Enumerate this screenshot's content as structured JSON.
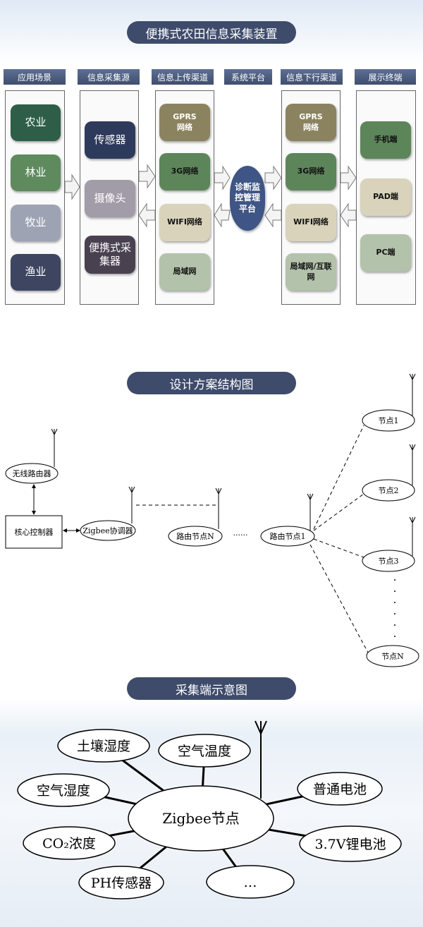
{
  "section1": {
    "title": "便携式农田信息采集装置",
    "headers": [
      "应用场景",
      "信息采集源",
      "信息上传渠道",
      "系统平台",
      "信息下行渠道",
      "展示终端"
    ],
    "scenarios": [
      "农业",
      "林业",
      "牧业",
      "渔业"
    ],
    "sources": [
      "传感器",
      "摄像头",
      "便携式采集器"
    ],
    "upload": [
      "GPRS\n网络",
      "3G网络",
      "WIFI网络",
      "局域网"
    ],
    "platform": "诊断监控管理平台",
    "downlink": [
      "GPRS\n网络",
      "3G网络",
      "WIFI网络",
      "局域网/互联网"
    ],
    "terminals": [
      "手机端",
      "PAD端",
      "PC端"
    ],
    "colors": {
      "pill": "#3e4b6b",
      "agri": "#2e5e48",
      "forest": "#5e8a5e",
      "pasture": "#9ea3b4",
      "fishery": "#3d4560",
      "sensor": "#2e3a5c",
      "camera": "#a29ba8",
      "portable": "#4a4150",
      "gprs": "#8b8360",
      "g3": "#5d855a",
      "wifi": "#d9d3bb",
      "lan": "#b3c2ab"
    }
  },
  "section2": {
    "title": "设计方案结构图",
    "router": "无线路由器",
    "controller": "核心控制器",
    "coordinator": "Zigbee协调器",
    "route_n": "路由节点N",
    "ellipsis": "······",
    "route_1": "路由节点1",
    "nodes": [
      "节点1",
      "节点2",
      "节点3",
      "节点N"
    ]
  },
  "section3": {
    "title": "采集端示意图",
    "center": "Zigbee节点",
    "items": [
      "土壤湿度",
      "空气温度",
      "空气湿度",
      "CO₂浓度",
      "PH传感器",
      "…",
      "普通电池",
      "3.7V锂电池"
    ]
  }
}
